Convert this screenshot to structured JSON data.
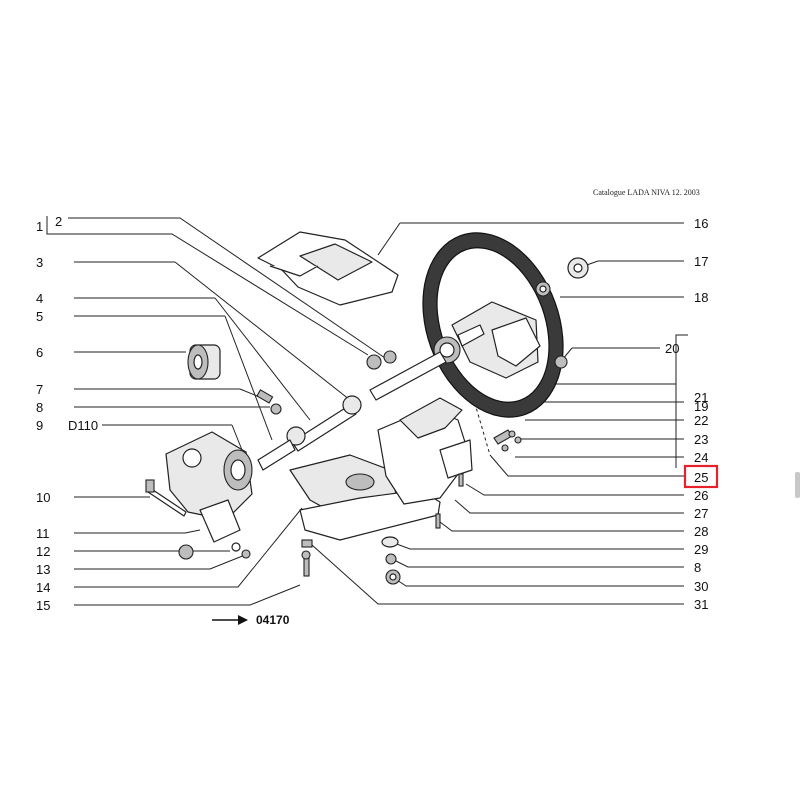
{
  "header": {
    "catalogue": "Catalogue LADA NIVA 12. 2003"
  },
  "labels_left": [
    "1",
    "2",
    "3",
    "4",
    "5",
    "6",
    "7",
    "8",
    "9",
    "D110",
    "10",
    "11",
    "12",
    "13",
    "14",
    "15"
  ],
  "labels_right": [
    "16",
    "17",
    "18",
    "20",
    "19",
    "21",
    "22",
    "23",
    "24",
    "25",
    "26",
    "27",
    "28",
    "29",
    "8",
    "30",
    "31"
  ],
  "highlighted_label": "25",
  "footer": {
    "code": "04170"
  },
  "colors": {
    "highlight": "#e8202a",
    "line": "#222222"
  }
}
